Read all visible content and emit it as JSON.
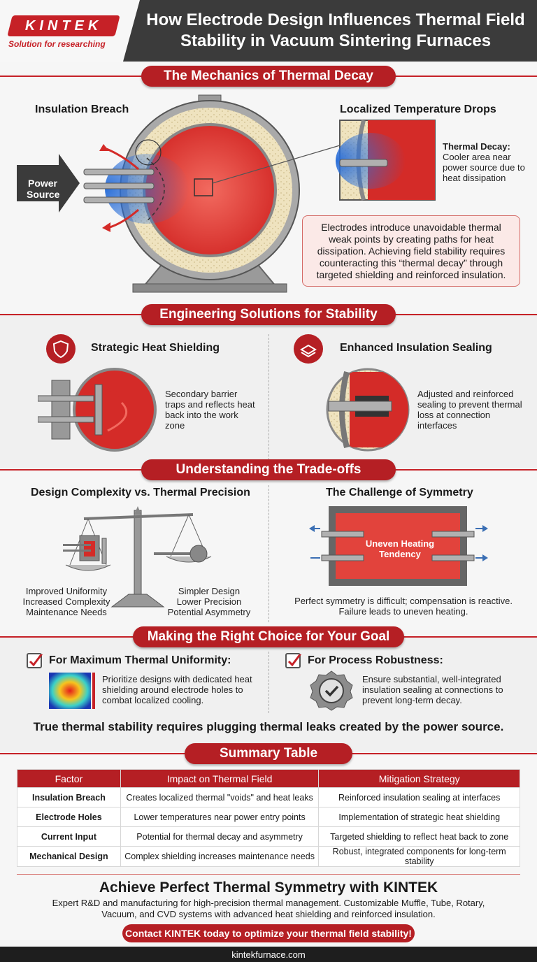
{
  "header": {
    "logo_text": "KINTEK",
    "logo_tagline": "Solution for researching",
    "title": "How Electrode Design Influences Thermal Field Stability in Vacuum Sintering Furnaces"
  },
  "mechanics": {
    "heading": "The Mechanics of Thermal Decay",
    "insulation_breach_label": "Insulation Breach",
    "power_source_label": "Power Source",
    "localized_drops_label": "Localized Temperature Drops",
    "decay_title": "Thermal Decay:",
    "decay_text": "Cooler area near power source due to heat dissipation",
    "info_text": "Electrodes introduce unavoidable thermal weak points by creating paths for heat dissipation. Achieving field stability requires counteracting this “thermal decay” through targeted shielding and reinforced insulation."
  },
  "solutions": {
    "heading": "Engineering Solutions for Stability",
    "shielding_title": "Strategic Heat Shielding",
    "shielding_text": "Secondary barrier traps and reflects heat back into the work zone",
    "sealing_title": "Enhanced Insulation Sealing",
    "sealing_text": "Adjusted and reinforced sealing to prevent thermal loss at connection interfaces"
  },
  "tradeoffs": {
    "heading": "Understanding the Trade-offs",
    "complexity_title": "Design Complexity vs. Thermal Precision",
    "left_list": [
      "Improved Uniformity",
      "Increased Complexity",
      "Maintenance Needs"
    ],
    "right_list": [
      "Simpler Design",
      "Lower Precision",
      "Potential Asymmetry"
    ],
    "symmetry_title": "The Challenge of Symmetry",
    "uneven_label": "Uneven Heating Tendency",
    "symmetry_text": "Perfect symmetry is difficult; compensation is reactive. Failure leads to uneven heating."
  },
  "choice": {
    "heading": "Making the Right Choice for Your Goal",
    "uniformity_title": "For Maximum Thermal Uniformity:",
    "uniformity_text": "Prioritize designs with dedicated heat shielding around electrode holes to combat localized cooling.",
    "robust_title": "For Process Robustness:",
    "robust_text": "Ensure substantial, well-integrated insulation sealing at connections to prevent long-term decay.",
    "conclusion": "True thermal stability requires plugging thermal leaks created by the power source."
  },
  "summary": {
    "heading": "Summary Table",
    "columns": [
      "Factor",
      "Impact on Thermal Field",
      "Mitigation Strategy"
    ],
    "rows": [
      [
        "Insulation Breach",
        "Creates localized thermal \"voids\" and heat leaks",
        "Reinforced insulation sealing at interfaces"
      ],
      [
        "Electrode Holes",
        "Lower temperatures near power entry points",
        "Implementation of strategic heat shielding"
      ],
      [
        "Current Input",
        "Potential for thermal decay and asymmetry",
        "Targeted shielding to reflect heat back to zone"
      ],
      [
        "Mechanical Design",
        "Complex shielding increases maintenance needs",
        "Robust, integrated components for long-term stability"
      ]
    ]
  },
  "cta": {
    "title": "Achieve Perfect Thermal Symmetry with KINTEK",
    "body": "Expert R&D and manufacturing for high-precision thermal management. Customizable Muffle, Tube, Rotary, Vacuum, and CVD systems with advanced heat shielding and reinforced insulation.",
    "button": "Contact KINTEK today to optimize your thermal field stability!"
  },
  "footer": {
    "url": "kintekfurnace.com"
  },
  "colors": {
    "brand_red": "#b51f24",
    "dark_header": "#3b3b3b"
  }
}
